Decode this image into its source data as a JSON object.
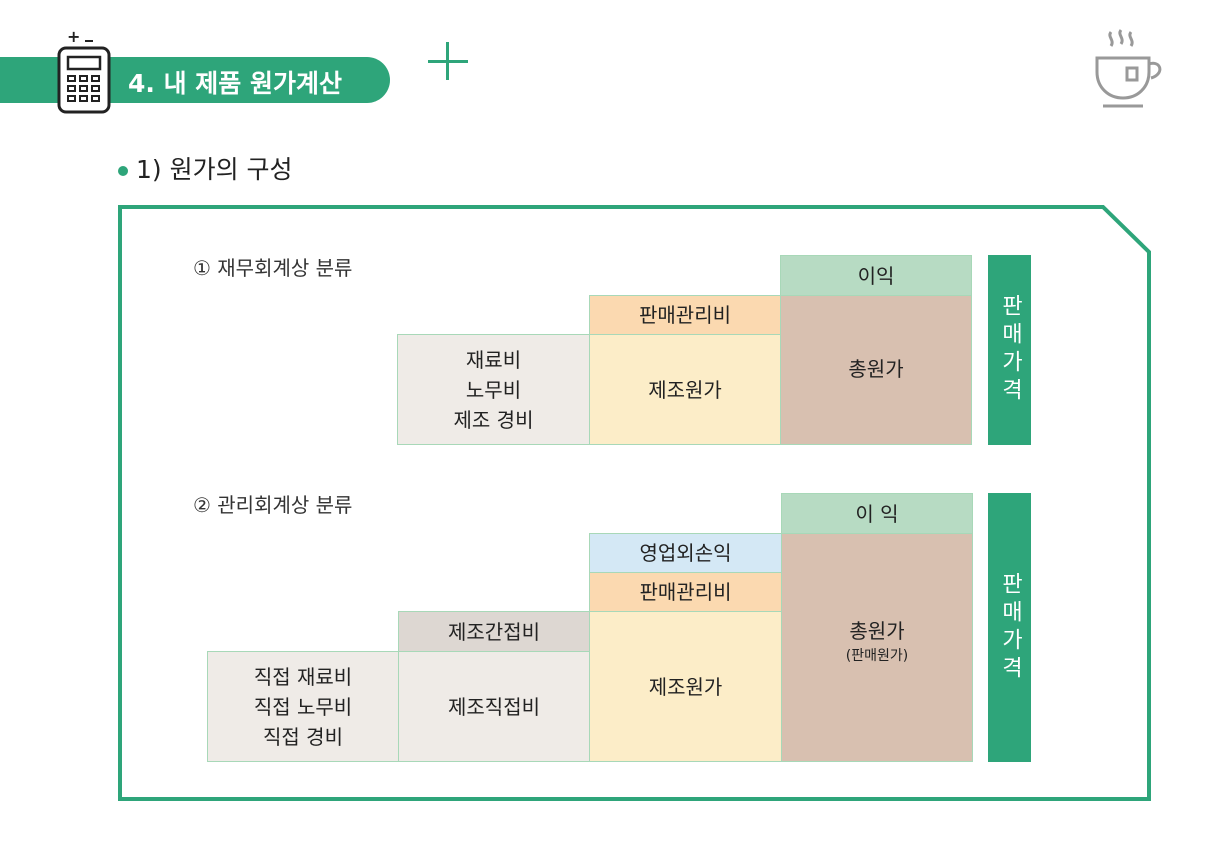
{
  "header": {
    "title": "4. 내 제품 원가계산",
    "section": "1) 원가의 구성"
  },
  "diagram1": {
    "heading": "① 재무회계상 분류",
    "profit": "이익",
    "sga": "판매관리비",
    "materials": [
      "재료비",
      "노무비",
      "제조 경비"
    ],
    "mfg_cost": "제조원가",
    "total_cost": "총원가",
    "price": "판매가격"
  },
  "diagram2": {
    "heading": "② 관리회계상 분류",
    "profit": "이 익",
    "non_op": "영업외손익",
    "sga": "판매관리비",
    "indirect": "제조간접비",
    "direct_items": [
      "직접 재료비",
      "직접 노무비",
      "직접 경비"
    ],
    "direct": "제조직접비",
    "mfg_cost": "제조원가",
    "total_cost": "총원가",
    "total_cost_note": "(판매원가)",
    "price": "판매가격"
  },
  "colors": {
    "accent": "#2ea57a"
  }
}
